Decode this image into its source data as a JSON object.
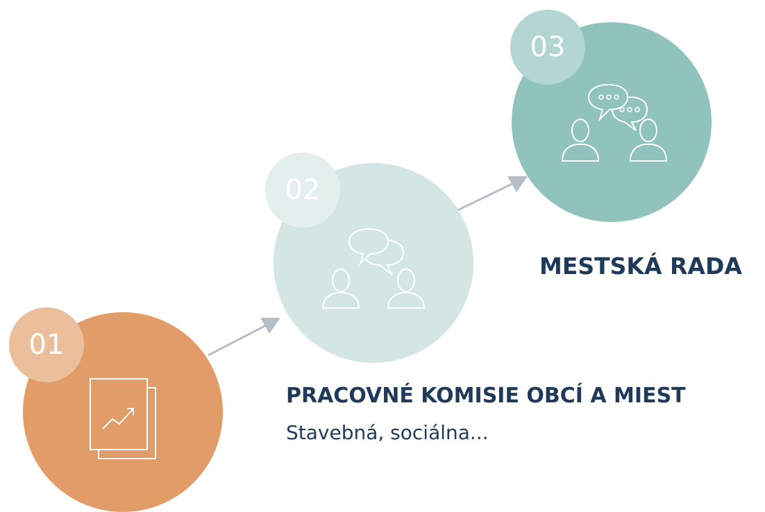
{
  "steps": [
    {
      "number": "01",
      "icon": "document-chart-icon",
      "circle_color": "#e19c67",
      "badge_color": "#ecbf9c"
    },
    {
      "number": "02",
      "icon": "people-conversation-icon",
      "circle_color": "#d3e6e3",
      "badge_color": "#e3efed",
      "title": "PRACOVNÉ KOMISIE OBCÍ A MIEST",
      "subtitle": "Stavebná, sociálna..."
    },
    {
      "number": "03",
      "icon": "people-discussion-icon",
      "circle_color": "#91c3bd",
      "badge_color": "#b3d6d2",
      "title": "MESTSKÁ RADA"
    }
  ],
  "colors": {
    "title": "#1f3a5a",
    "arrow": "#b6bec8",
    "icon_stroke": "#ffffff"
  }
}
